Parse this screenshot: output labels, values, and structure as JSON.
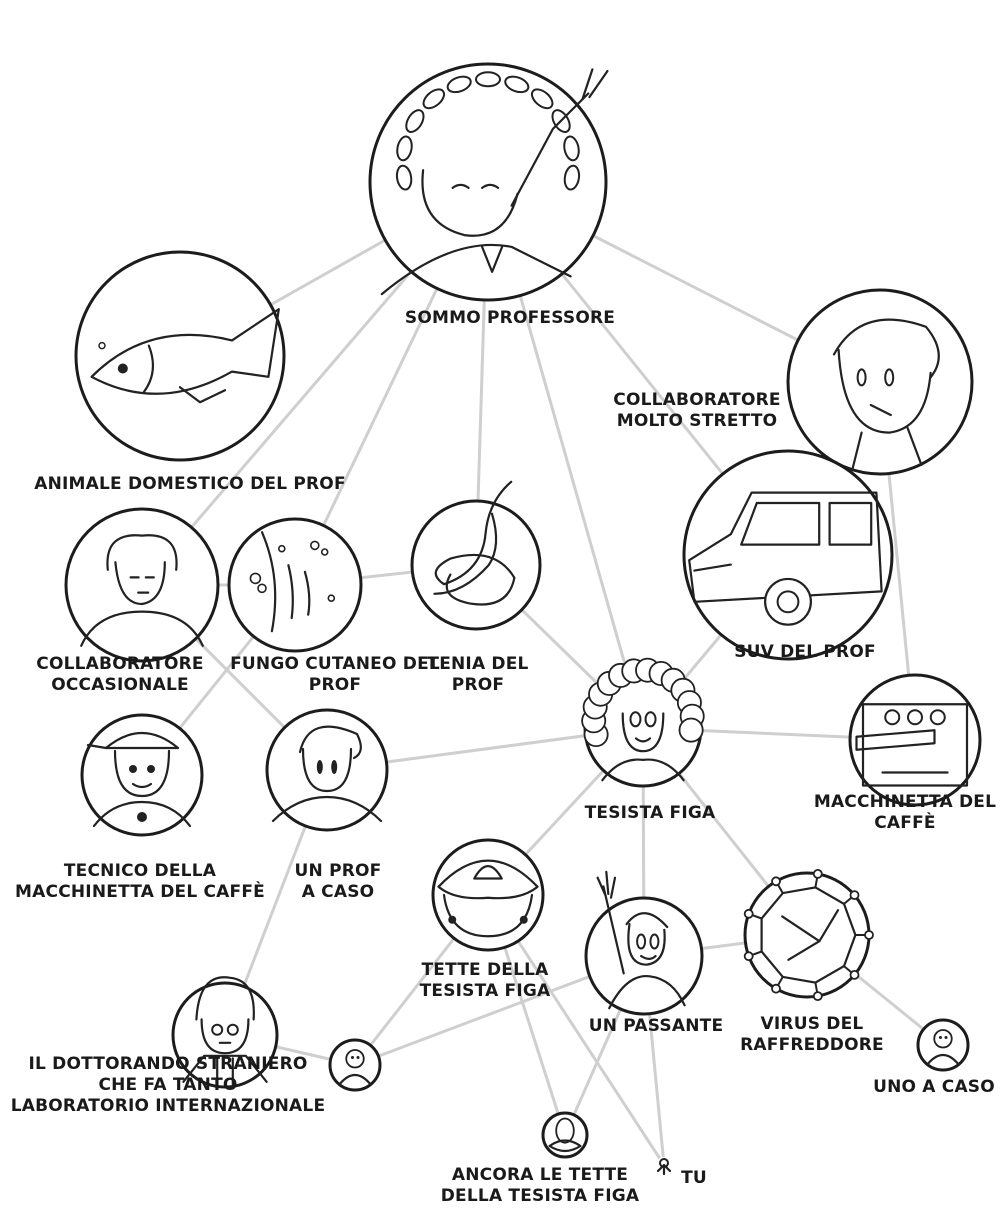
{
  "diagram": {
    "nodes": [
      {
        "id": "sommo",
        "label": [
          "SOMMO PROFESSORE"
        ],
        "icon": "crowned-professor-icon"
      },
      {
        "id": "animale",
        "label": [
          "ANIMALE DOMESTICO DEL PROF"
        ],
        "icon": "fish-icon"
      },
      {
        "id": "collab-stretto",
        "label": [
          "COLLABORATORE",
          "MOLTO STRETTO"
        ],
        "icon": "man-portrait-icon"
      },
      {
        "id": "suv",
        "label": [
          "SUV DEL PROF"
        ],
        "icon": "suv-car-icon"
      },
      {
        "id": "collab-occ",
        "label": [
          "COLLABORATORE",
          "OCCASIONALE"
        ],
        "icon": "woman-portrait-icon"
      },
      {
        "id": "fungo",
        "label": [
          "FUNGO CUTANEO DEL",
          "PROF"
        ],
        "icon": "fungus-icon"
      },
      {
        "id": "tenia",
        "label": [
          "TENIA DEL",
          "PROF"
        ],
        "icon": "tapeworm-icon"
      },
      {
        "id": "tesista",
        "label": [
          "TESISTA FIGA"
        ],
        "icon": "curly-hair-woman-icon"
      },
      {
        "id": "macchinetta",
        "label": [
          "MACCHINETTA DEL",
          "CAFFÈ"
        ],
        "icon": "coffee-machine-icon"
      },
      {
        "id": "tecnico",
        "label": [
          "TECNICO DELLA",
          "MACCHINETTA DEL CAFFÈ"
        ],
        "icon": "technician-cap-icon"
      },
      {
        "id": "prof-caso",
        "label": [
          "UN PROF",
          "A CASO"
        ],
        "icon": "professor-portrait-icon"
      },
      {
        "id": "tette",
        "label": [
          "TETTE DELLA",
          "TESISTA FIGA"
        ],
        "icon": "tette-icon"
      },
      {
        "id": "passante",
        "label": [
          "UN PASSANTE"
        ],
        "icon": "waving-man-icon"
      },
      {
        "id": "virus",
        "label": [
          "VIRUS DEL",
          "RAFFREDDORE"
        ],
        "icon": "virus-icon"
      },
      {
        "id": "dottorando",
        "label": [
          "IL DOTTORANDO STRANIERO",
          "CHE FA TANTO",
          "LABORATORIO INTERNAZIONALE"
        ],
        "icon": "phd-student-icon"
      },
      {
        "id": "uno-caso",
        "label": [
          "UNO A CASO"
        ],
        "icon": "small-person-icon"
      },
      {
        "id": "ancora",
        "label": [
          "ANCORA LE TETTE",
          "DELLA TESISTA FIGA"
        ],
        "icon": "tiny-tette-icon"
      },
      {
        "id": "tu",
        "label": [
          "TU"
        ],
        "icon": "tiny-you-icon"
      },
      {
        "id": "anon-1",
        "label": [],
        "icon": "tiny-person-icon"
      }
    ],
    "edges": [
      [
        "sommo",
        "animale"
      ],
      [
        "sommo",
        "collab-stretto"
      ],
      [
        "sommo",
        "collab-occ"
      ],
      [
        "sommo",
        "fungo"
      ],
      [
        "sommo",
        "tenia"
      ],
      [
        "sommo",
        "tesista"
      ],
      [
        "sommo",
        "suv"
      ],
      [
        "collab-stretto",
        "suv"
      ],
      [
        "collab-stretto",
        "macchinetta"
      ],
      [
        "suv",
        "tesista"
      ],
      [
        "tesista",
        "macchinetta"
      ],
      [
        "fungo",
        "tenia"
      ],
      [
        "fungo",
        "tecnico"
      ],
      [
        "collab-occ",
        "fungo"
      ],
      [
        "collab-occ",
        "prof-caso"
      ],
      [
        "tenia",
        "tesista"
      ],
      [
        "tesista",
        "prof-caso"
      ],
      [
        "tesista",
        "tette"
      ],
      [
        "tesista",
        "virus"
      ],
      [
        "tesista",
        "passante"
      ],
      [
        "prof-caso",
        "dottorando"
      ],
      [
        "passante",
        "virus"
      ],
      [
        "tette",
        "ancora"
      ],
      [
        "passante",
        "ancora"
      ],
      [
        "anon-1",
        "tette"
      ],
      [
        "anon-1",
        "passante"
      ],
      [
        "anon-1",
        "dottorando"
      ],
      [
        "virus",
        "uno-caso"
      ],
      [
        "passante",
        "tu"
      ],
      [
        "tette",
        "tu"
      ]
    ]
  }
}
